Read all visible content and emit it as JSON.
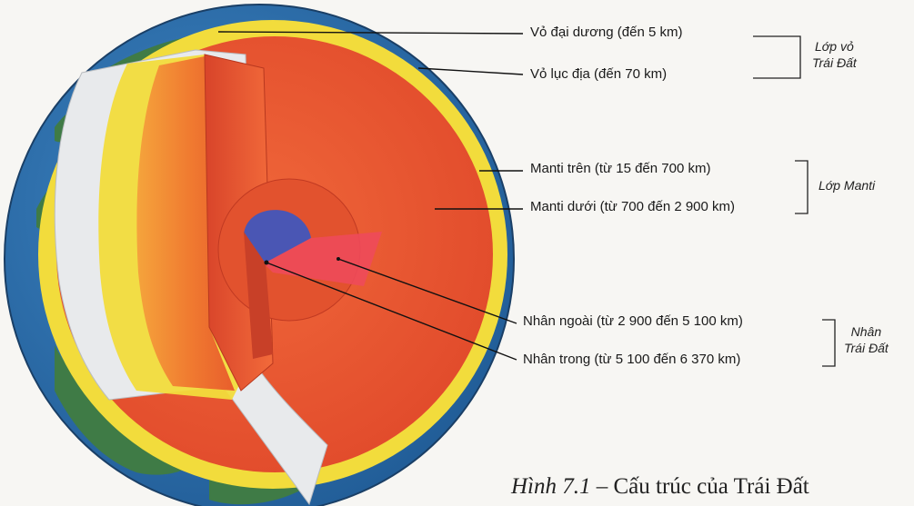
{
  "labels": {
    "oceanic_crust": "Vỏ đại dương (đến 5 km)",
    "continental_crust": "Vỏ lục địa (đến 70 km)",
    "upper_mantle": "Manti trên (từ 15 đến 700 km)",
    "lower_mantle": "Manti dưới (từ 700 đến 2 900 km)",
    "outer_core": "Nhân ngoài (từ 2 900 đến 5 100 km)",
    "inner_core": "Nhân trong (từ 5 100 đến 6 370 km)"
  },
  "groups": {
    "crust_line1": "Lớp vỏ",
    "crust_line2": "Trái Đất",
    "mantle": "Lớp Manti",
    "core_line1": "Nhân",
    "core_line2": "Trái Đất"
  },
  "caption": {
    "figure": "Hình 7.1",
    "text": "– Cấu trúc của Trái Đất"
  },
  "colors": {
    "ocean": "#2c6ea8",
    "land": "#3f7b46",
    "crust_yellow": "#f2dc3c",
    "mantle_red": "#e8542c",
    "core_blue": "#4a56b4",
    "core_pink": "#ee4a5a",
    "shell_white": "#e8eaec"
  }
}
